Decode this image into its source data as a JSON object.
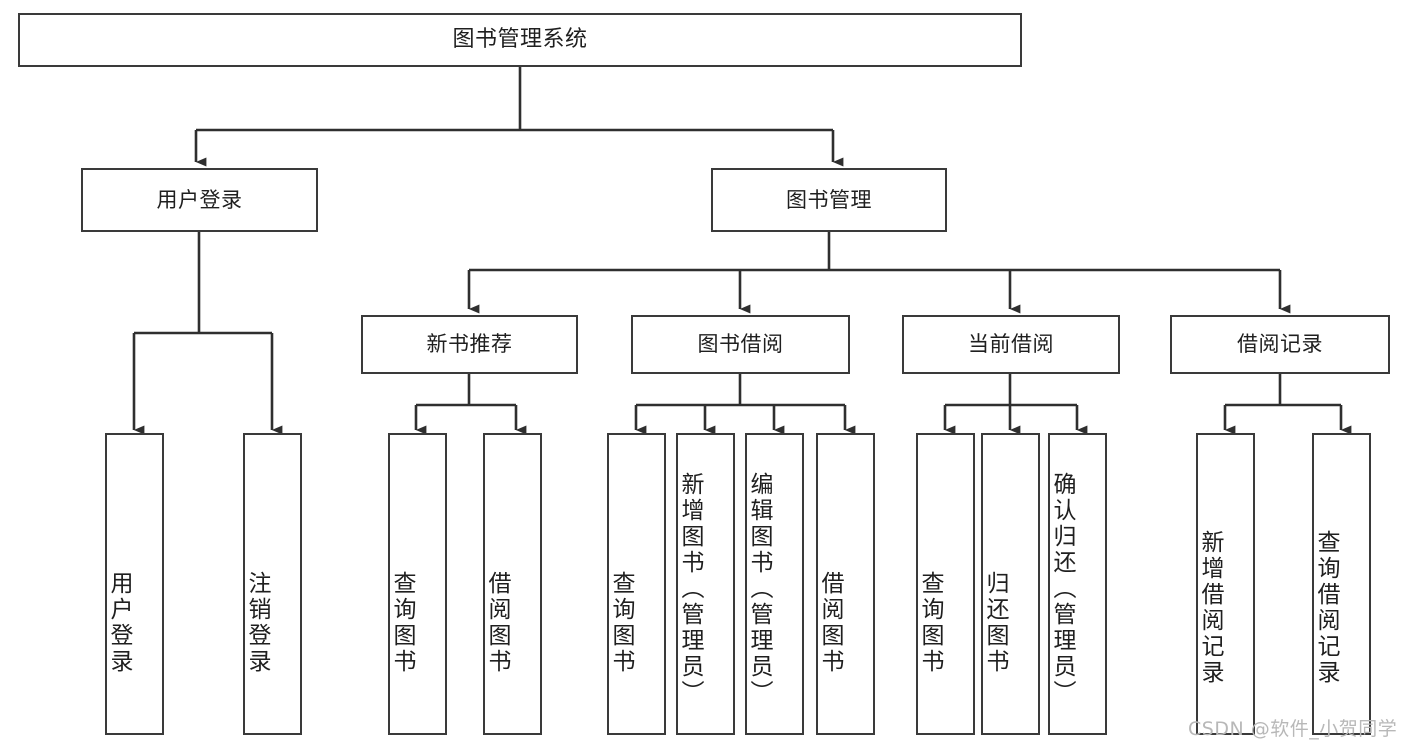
{
  "diagram": {
    "title": "图书管理系统",
    "type": "tree-hierarchy",
    "watermark": "CSDN @软件_小贺同学",
    "colors": {
      "box_border": "#3a3a3a",
      "box_fill": "#ffffff",
      "connector": "#2f2f2f",
      "text": "#1f1f1f",
      "watermark": "#b8b8b8"
    }
  },
  "nodes": {
    "root": {
      "label": "图书管理系统"
    },
    "level2": [
      {
        "label": "用户登录"
      },
      {
        "label": "图书管理"
      }
    ],
    "level3": [
      {
        "label": "新书推荐"
      },
      {
        "label": "图书借阅"
      },
      {
        "label": "当前借阅"
      },
      {
        "label": "借阅记录"
      }
    ],
    "leaves": {
      "user_login": [
        {
          "label": "用户登录"
        },
        {
          "label": "注销登录"
        }
      ],
      "new_book_recommend": [
        {
          "label": "查询图书"
        },
        {
          "label": "借阅图书"
        }
      ],
      "book_borrow": [
        {
          "label": "查询图书"
        },
        {
          "label": "新增图书（管理员）"
        },
        {
          "label": "编辑图书（管理员）"
        },
        {
          "label": "借阅图书"
        }
      ],
      "current_borrow": [
        {
          "label": "查询图书"
        },
        {
          "label": "归还图书"
        },
        {
          "label": "确认归还（管理员）"
        }
      ],
      "borrow_record": [
        {
          "label": "新增借阅记录"
        },
        {
          "label": "查询借阅记录"
        }
      ]
    }
  }
}
